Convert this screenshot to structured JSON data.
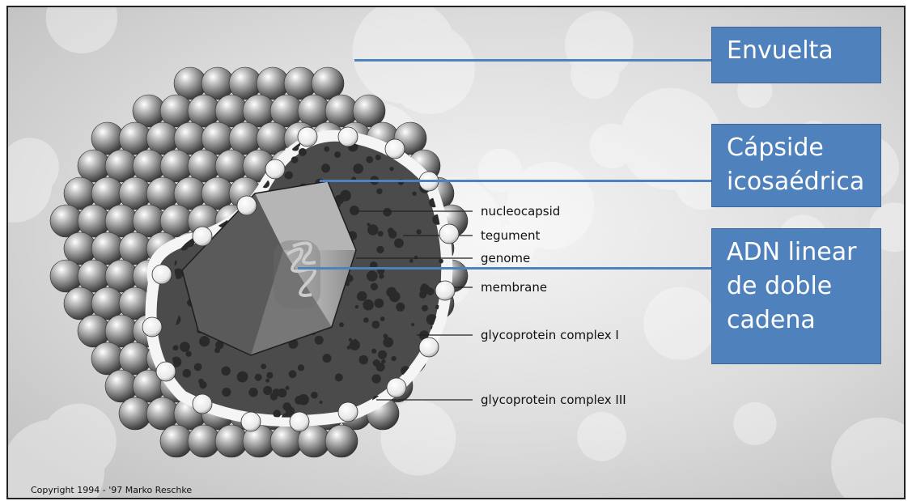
{
  "diagram": {
    "labels": {
      "nucleocapsid": "nucleocapsid",
      "tegument": "tegument",
      "genome": "genome",
      "membrane": "membrane",
      "glycoprotein_1": "glycoprotein complex I",
      "glycoprotein_3": "glycoprotein complex III"
    },
    "copyright": "Copyright 1994 - '97 Marko Reschke"
  },
  "callouts": {
    "envelope": "Envuelta",
    "capsid": "Cápside\nicosaédrica",
    "dna": "ADN linear\nde doble\ncadena"
  },
  "colors": {
    "callout": "#4f81bd",
    "background": "#d9d9d9"
  }
}
